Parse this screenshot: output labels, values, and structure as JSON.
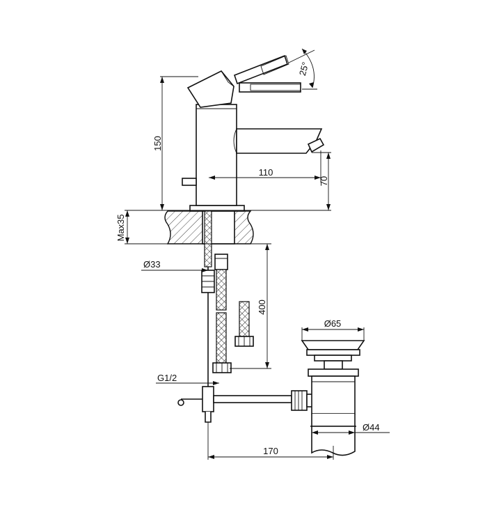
{
  "dimensions": {
    "height_total": "150",
    "handle_angle": "25°",
    "spout_reach": "110",
    "spout_height": "70",
    "deck_thickness": "Max35",
    "hole_diameter": "Ø33",
    "hose_length": "400",
    "connection_thread": "G1/2",
    "pop_up_head": "Ø65",
    "waste_body": "Ø44",
    "rod_reach": "170"
  },
  "colors": {
    "line": "#111111",
    "background": "#ffffff"
  }
}
